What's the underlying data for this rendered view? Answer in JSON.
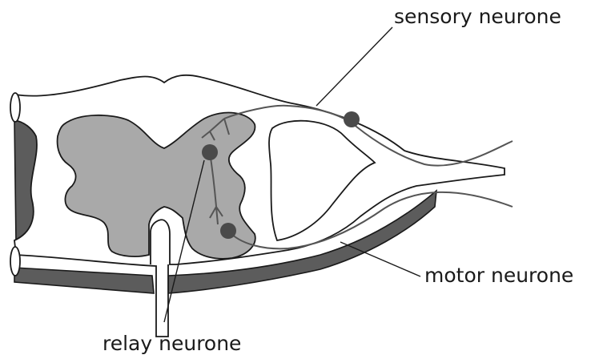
{
  "labels": {
    "sensory": "sensory neurone",
    "motor": "motor neurone",
    "relay": "relay neurone"
  },
  "colors": {
    "outline": "#1a1a1a",
    "grey_matter": "#a9a9a9",
    "shadow": "#5c5c5c",
    "neurone_body": "#4a4a4a",
    "fibre": "#555555"
  }
}
